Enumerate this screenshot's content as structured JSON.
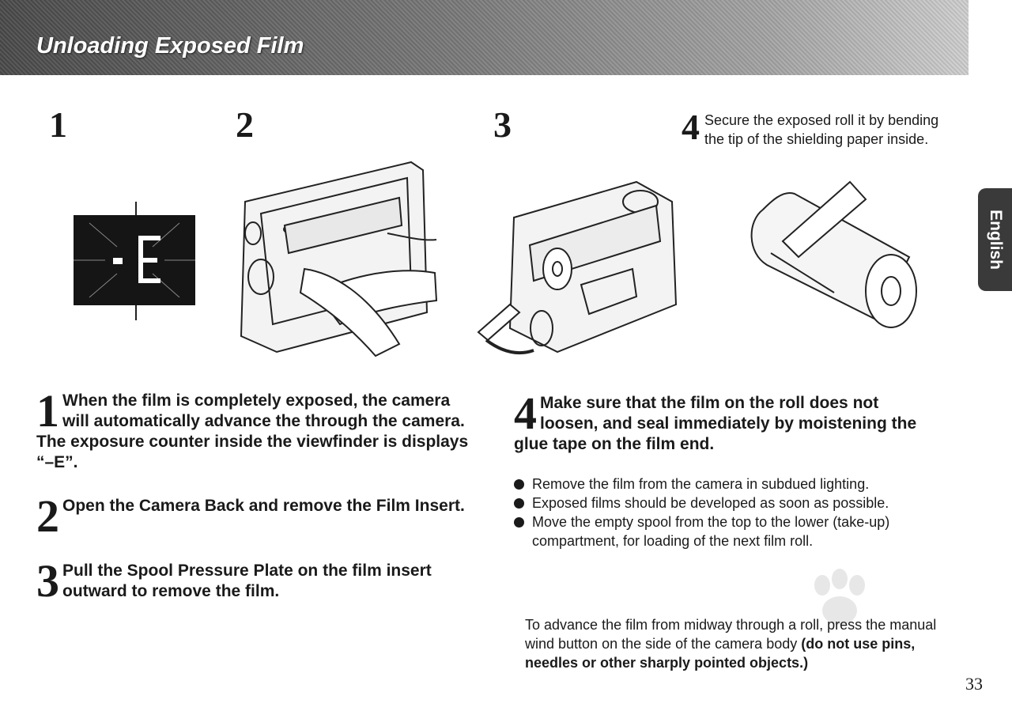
{
  "header": {
    "title": "Unloading Exposed Film"
  },
  "side_tab": {
    "label": "English"
  },
  "figures": {
    "fig1_number": "1",
    "fig2_number": "2",
    "fig3_number": "3",
    "lcd_display": "-E"
  },
  "step4_caption": {
    "number": "4",
    "text": "Secure the exposed roll it by bending the tip of the shielding paper inside."
  },
  "steps": [
    {
      "number": "1",
      "text": "When the film is completely exposed, the camera will automatically advance the through the camera. The exposure counter inside the viewfinder is displays “–E”."
    },
    {
      "number": "2",
      "text": "Open the Camera Back and remove the Film Insert."
    },
    {
      "number": "3",
      "text": "Pull the Spool Pressure Plate on the film insert outward to remove the film."
    },
    {
      "number": "4",
      "text": "Make sure that the film on the roll does not loosen, and seal immediately by moistening the glue tape on the film end."
    }
  ],
  "bullets": [
    "Remove the film from the camera in subdued lighting.",
    "Exposed films should be developed as soon as possible.",
    "Move the empty spool from the top to the lower (take-up) compartment, for loading of the next film roll."
  ],
  "note": {
    "text": "To advance the film from midway through a roll, press the manual wind button on the side of the camera body ",
    "bold": "(do not use pins, needles or other sharply pointed objects.)"
  },
  "page_number": "33"
}
